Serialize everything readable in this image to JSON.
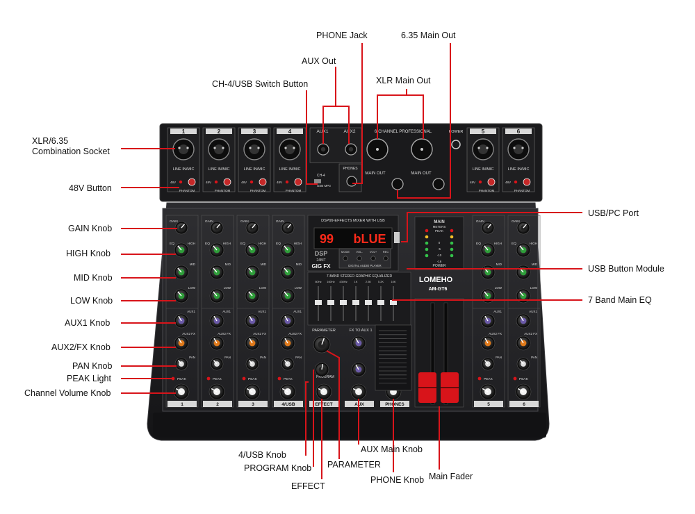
{
  "callouts": {
    "phone_jack": "PHONE Jack",
    "main_out_635": "6.35  Main Out",
    "aux_out": "AUX Out",
    "xlr_main_out": "XLR  Main Out",
    "ch4_usb_switch": "CH-4/USB Switch Button",
    "xlr_combo": "XLR/6.35\nCombination Socket",
    "btn_48v": "48V Button",
    "gain_knob": "GAIN Knob",
    "high_knob": "HIGH  Knob",
    "mid_knob": "MID Knob",
    "low_knob": "LOW Knob",
    "aux1_knob": "AUX1  Knob",
    "aux2fx_knob": "AUX2/FX  Knob",
    "pan_knob": "PAN Knob",
    "peak_light": "PEAK Light",
    "channel_volume": "Channel Volume Knob",
    "usb_pc_port": "USB/PC Port",
    "usb_button_module": "USB Button Module",
    "main_eq": "7 Band Main EQ",
    "ch4usb_knob": "4/USB Knob",
    "program_knob": "PROGRAM Knob",
    "effect": "EFFECT",
    "parameter": "PARAMETER",
    "aux_main_knob": "AUX Main Knob",
    "phone_knob": "PHONE Knob",
    "main_fader": "Main Fader"
  },
  "mixer": {
    "channels": [
      "1",
      "2",
      "3",
      "4",
      "5",
      "6"
    ],
    "bottom_labels": [
      "1",
      "2",
      "3",
      "4/USB",
      "EFFECT",
      "AUX",
      "PHONES",
      "5",
      "6"
    ],
    "aux_labels": [
      "AUX1",
      "AUX2"
    ],
    "header_text": "6-CHANNEL PROFESSIONAL",
    "power": "POWER",
    "line_in_mic": "LINE IN/MIC",
    "phantom": "PHANTOM",
    "v48": "48V",
    "ch4": "CH-4",
    "usb_mp3": "USB MP3",
    "phones": "PHONES",
    "main_out": "MAIN OUT",
    "dsp_title": "DSP99-EFFECTS MIXER WITH USB",
    "display_num": "99",
    "display_text": "bLUE",
    "dsp_logo": "DSP",
    "bit24": "24BIT",
    "gigfx": "GIG FX",
    "mode": "MODE",
    "vol_minus": "VOL-",
    "vol_plus": "VOL+",
    "rec": "REC",
    "player": "DIGITAL AUDIO PLAYER",
    "eq_title": "7-BAND STEREO GRAPHIC EQUALIZER",
    "eq_bands": [
      "80Hz",
      "160Hz",
      "430Hz",
      "1K",
      "2.5K",
      "5.2K",
      "10K"
    ],
    "meter_title": "MAIN",
    "meters": "METERS",
    "peak": "PEAK",
    "meter_levels": [
      "0",
      "-5",
      "-10",
      "-16"
    ],
    "power_label": "POWER",
    "brand": "LOMEHO",
    "model": "AM-GT6",
    "parameter": "PARAMETER",
    "fx_to_aux": "FX TO AUX 1",
    "program": "PROGRAM",
    "gain": "GAIN",
    "eq": "EQ",
    "high": "HIGH",
    "mid": "MID",
    "low": "LOW",
    "aux1": "AUX1",
    "aux2fx": "AUX2 FX",
    "pan": "PAN",
    "ch_peak": "PEAK"
  },
  "colors": {
    "arrow": "#d8141a",
    "body": "#1c1c1e",
    "panel": "#2a2a2c",
    "knob_green": "#2f9e3a",
    "knob_purple": "#6b5aa8",
    "knob_orange": "#e07a1a",
    "fader_red": "#d8141a",
    "display_red": "#ff2a1a"
  }
}
